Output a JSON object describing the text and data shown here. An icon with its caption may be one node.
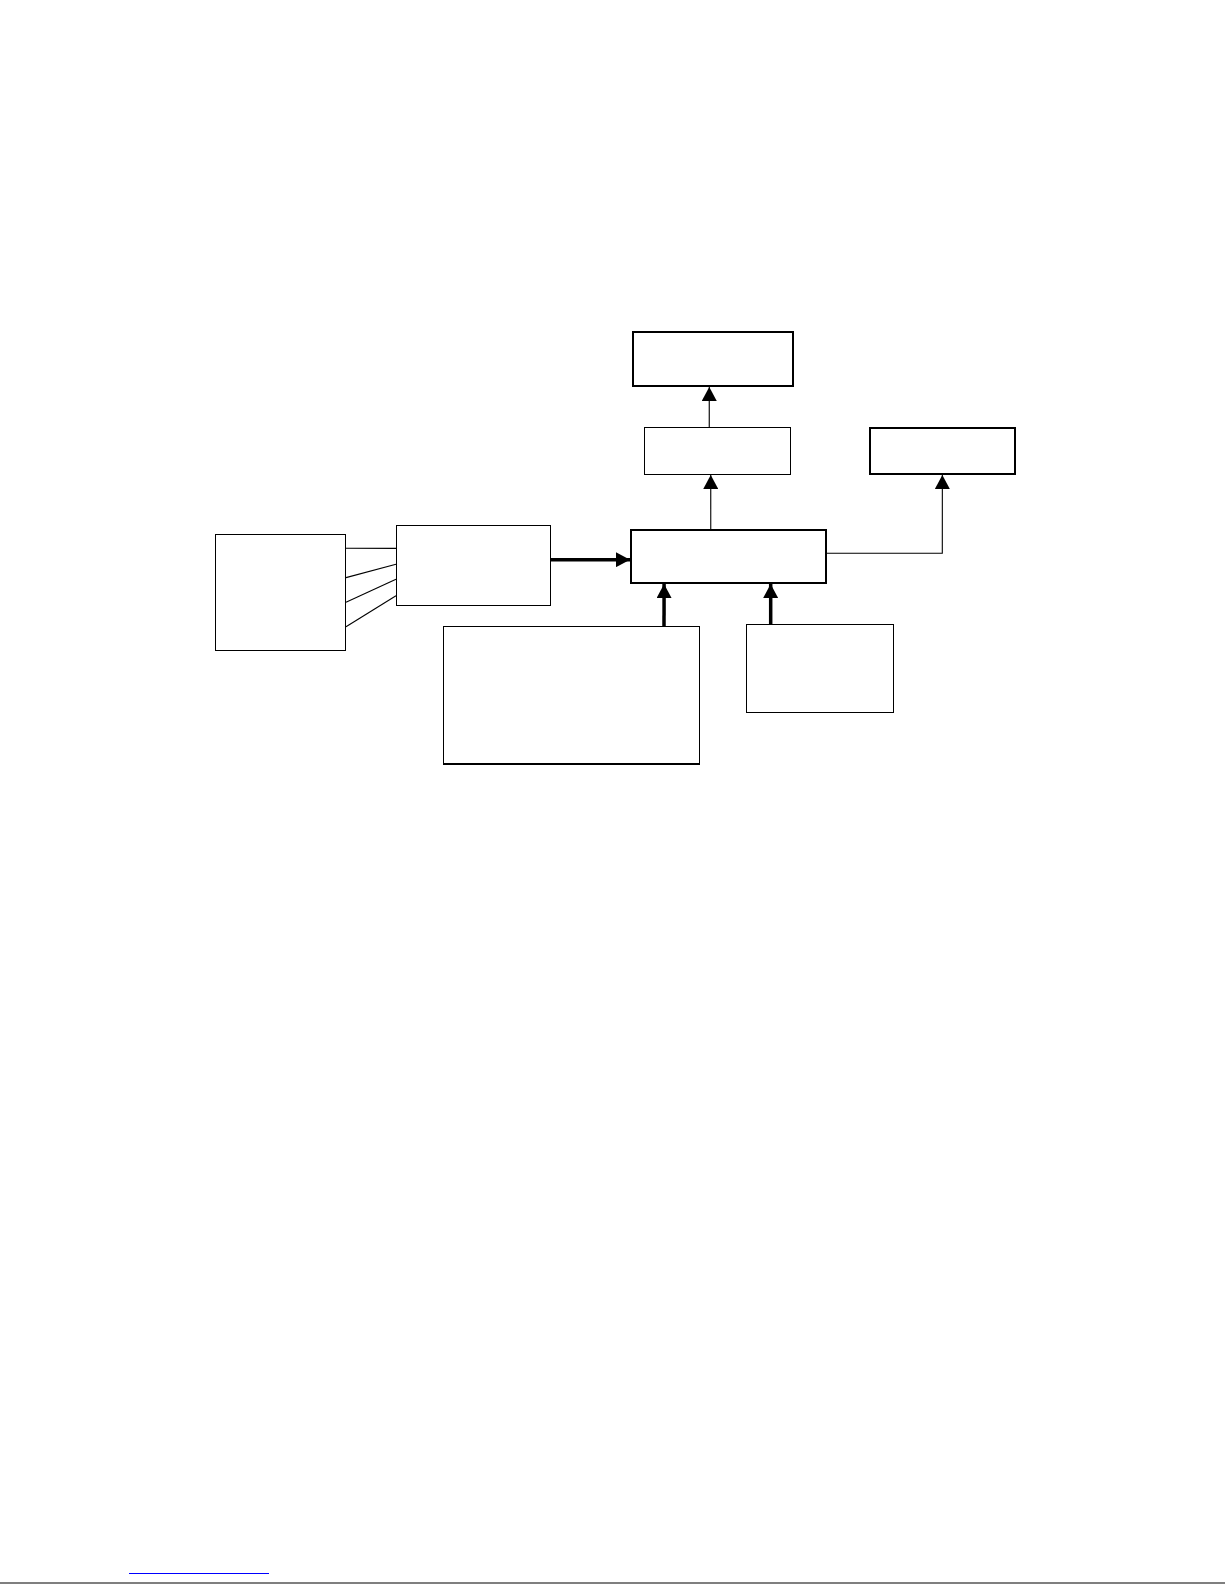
{
  "diagram": {
    "nodes": [
      {
        "text": [],
        "shape": "box"
      },
      {
        "text": [],
        "shape": "box"
      },
      {
        "text": [],
        "shape": "box"
      },
      {
        "text": [],
        "shape": "box"
      },
      {
        "text": [],
        "shape": "box"
      },
      {
        "text": [],
        "shape": "box"
      },
      {
        "text": [],
        "shape": "box"
      },
      {
        "text": [],
        "shape": "box"
      }
    ],
    "edges": [
      {
        "from": 3,
        "to": 4,
        "arrow": "none"
      },
      {
        "from": 3,
        "to": 4,
        "arrow": "none"
      },
      {
        "from": 3,
        "to": 4,
        "arrow": "none"
      },
      {
        "from": 3,
        "to": 4,
        "arrow": "none"
      },
      {
        "from": 4,
        "to": 5,
        "arrow": "to",
        "style": "thick"
      },
      {
        "from": 5,
        "to": 1,
        "arrow": "to"
      },
      {
        "from": 1,
        "to": 0,
        "arrow": "to"
      },
      {
        "from": 5,
        "to": 2,
        "arrow": "to"
      },
      {
        "from": 6,
        "to": 5,
        "arrow": "to",
        "style": "thick"
      },
      {
        "from": 7,
        "to": 5,
        "arrow": "to",
        "style": "thick"
      }
    ]
  }
}
